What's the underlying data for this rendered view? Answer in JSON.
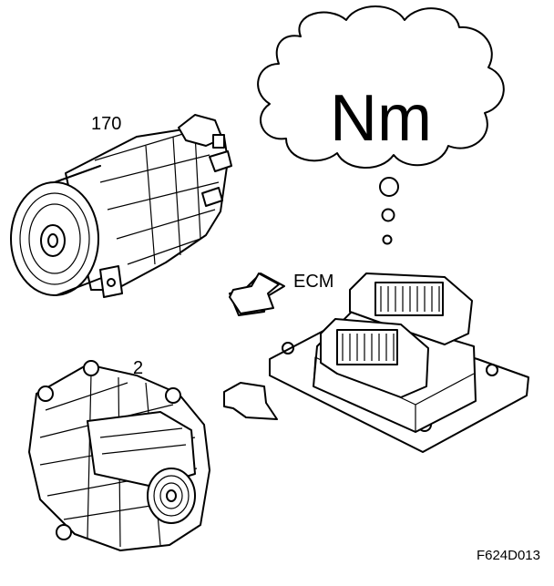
{
  "thought_cloud": {
    "text": "Nm"
  },
  "labels": {
    "compressor": "170",
    "alternator": "2",
    "ecm": "ECM"
  },
  "figure_code": "F624D013"
}
